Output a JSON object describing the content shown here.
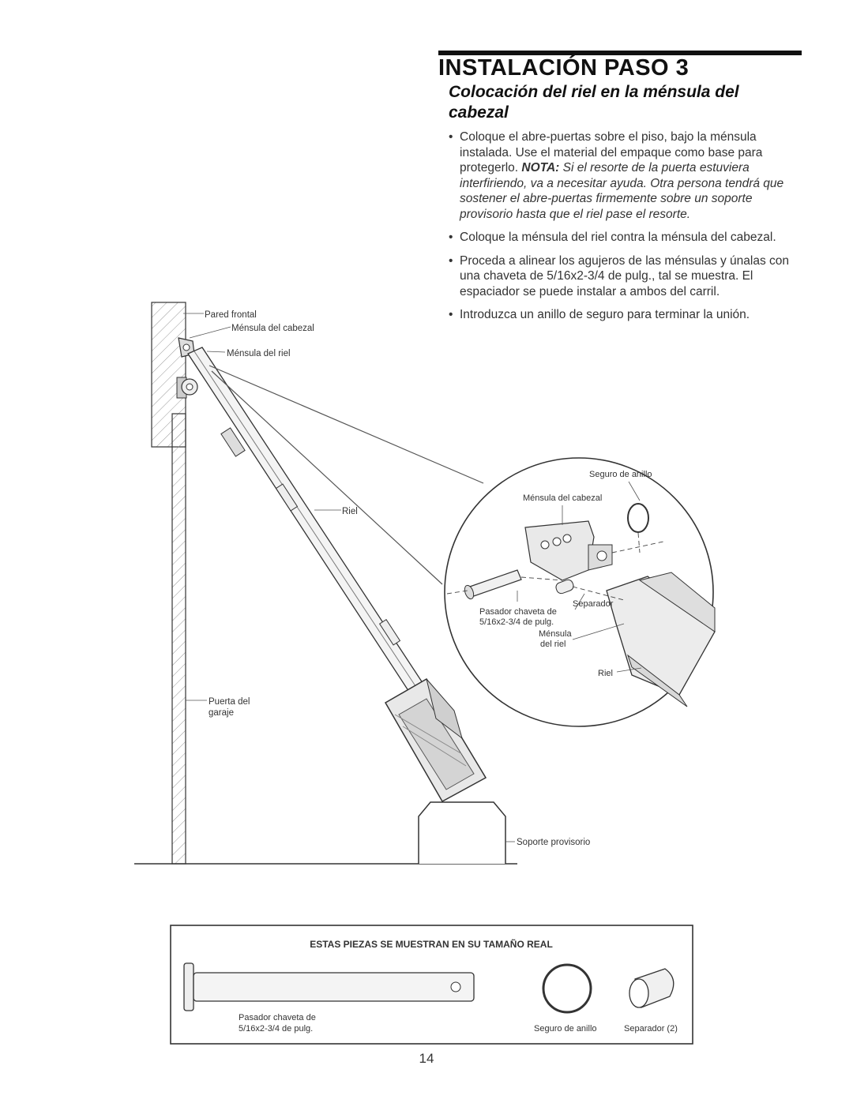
{
  "header": {
    "title": "INSTALACIÓN PASO 3",
    "subtitle": "Colocación del riel en la ménsula del cabezal"
  },
  "instructions": [
    {
      "text": "Coloque el abre-puertas sobre el piso, bajo la ménsula instalada. Use el material del empaque como base para protegerlo.",
      "note_label": "NOTA:",
      "note_text": "Si el resorte de la puerta estuviera interfiriendo, va a necesitar ayuda. Otra persona tendrá que sostener el abre-puertas firmemente sobre un soporte provisorio hasta que el riel pase el resorte."
    },
    {
      "text": "Coloque la ménsula del riel contra la ménsula del cabezal."
    },
    {
      "text": "Proceda a alinear los agujeros de las ménsulas y únalas con una chaveta de 5/16x2-3/4 de pulg., tal se muestra. El espaciador se puede instalar a ambos del carril."
    },
    {
      "text": "Introduzca un anillo de seguro para terminar la unión."
    }
  ],
  "diagram_labels": {
    "pared_frontal": "Pared frontal",
    "mensula_cabezal": "Ménsula del cabezal",
    "mensula_riel": "Ménsula del riel",
    "riel": "Riel",
    "puerta_garaje_1": "Puerta del",
    "puerta_garaje_2": "garaje",
    "soporte": "Soporte provisorio"
  },
  "detail_labels": {
    "seguro_anillo": "Seguro de anillo",
    "mensula_cabezal": "Ménsula del cabezal",
    "separador": "Separador",
    "pasador_1": "Pasador chaveta de",
    "pasador_2": "5/16x2-3/4 de pulg.",
    "mensula_riel_1": "Ménsula",
    "mensula_riel_2": "del riel",
    "riel": "Riel"
  },
  "parts_box": {
    "title": "ESTAS PIEZAS SE MUESTRAN EN SU TAMAÑO REAL",
    "pin_label_1": "Pasador chaveta de",
    "pin_label_2": "5/16x2-3/4 de pulg.",
    "ring_label": "Seguro de anillo",
    "spacer_label": "Separador (2)"
  },
  "page_number": "14"
}
